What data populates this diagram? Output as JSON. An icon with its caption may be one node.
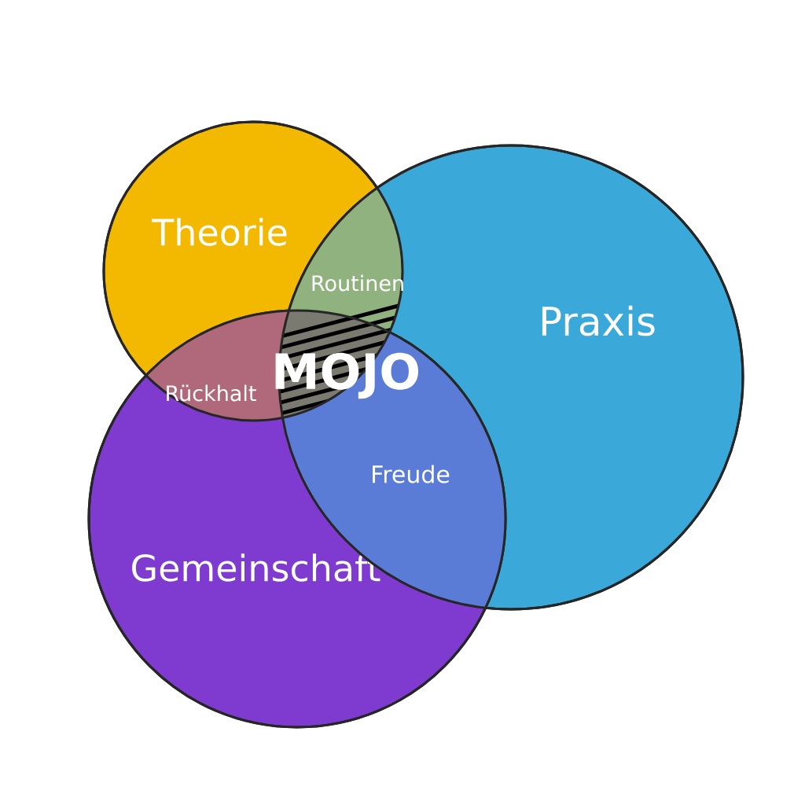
{
  "diagram": {
    "nodes": [
      {
        "text": [
          "Theorie"
        ]
      },
      {
        "text": [
          "Praxis"
        ]
      },
      {
        "text": [
          "Gemeinschaft"
        ]
      }
    ],
    "labels": [
      "Routinen",
      "MOJO",
      "Rückhalt",
      "Freude"
    ]
  }
}
